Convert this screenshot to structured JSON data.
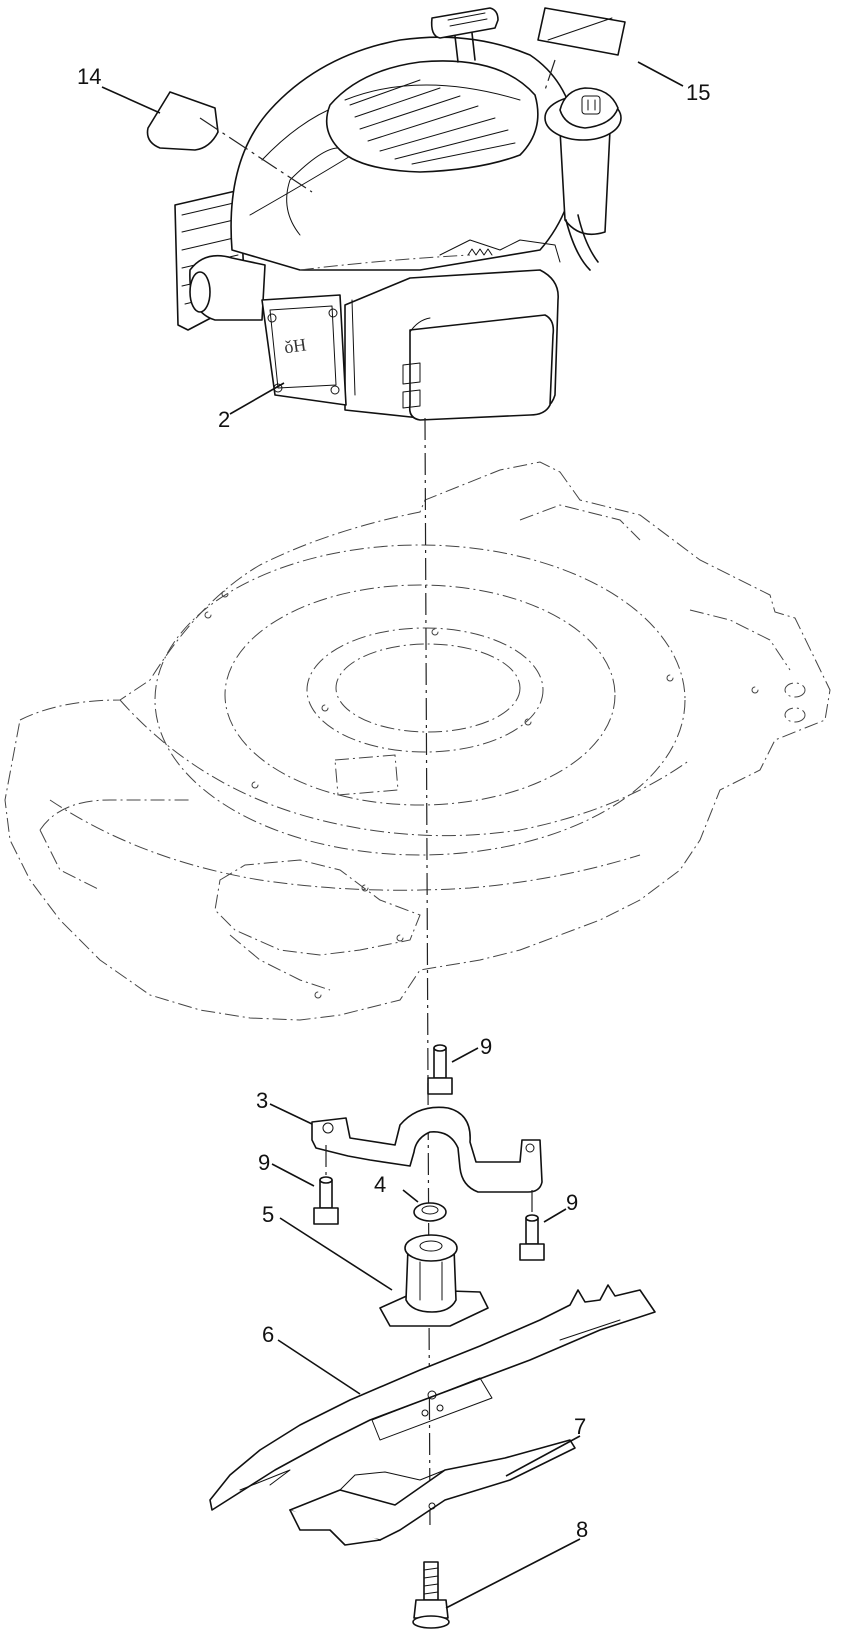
{
  "callouts": {
    "c14": "14",
    "c15": "15",
    "c2": "2",
    "c9a": "9",
    "c3": "3",
    "c9b": "9",
    "c4": "4",
    "c9c": "9",
    "c5": "5",
    "c6": "6",
    "c7": "7",
    "c8": "8"
  }
}
